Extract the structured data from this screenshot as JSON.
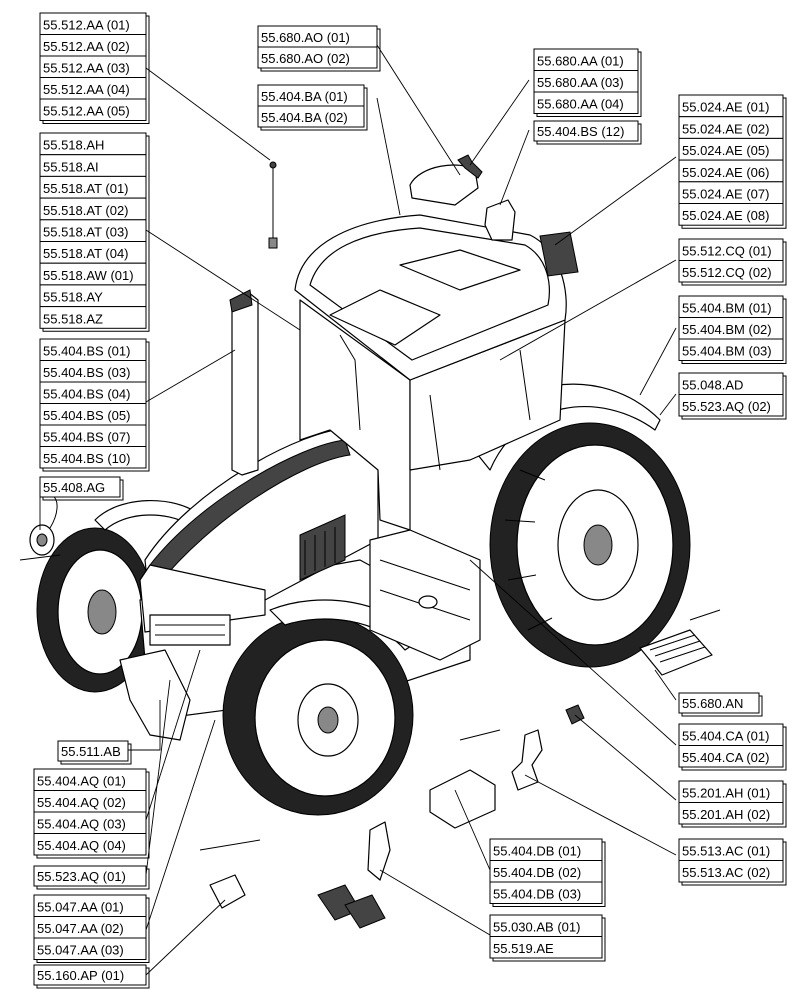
{
  "callouts": [
    {
      "id": "g1",
      "labels": [
        "55.512.AA (01)",
        "55.512.AA (02)",
        "55.512.AA (03)",
        "55.512.AA (04)",
        "55.512.AA (05)"
      ]
    },
    {
      "id": "g2",
      "labels": [
        "55.518.AH",
        "55.518.AI",
        "55.518.AT (01)",
        "55.518.AT (02)",
        "55.518.AT (03)",
        "55.518.AT (04)",
        "55.518.AW (01)",
        "55.518.AY",
        "55.518.AZ"
      ]
    },
    {
      "id": "g3",
      "labels": [
        "55.404.BS (01)",
        "55.404.BS (03)",
        "55.404.BS (04)",
        "55.404.BS (05)",
        "55.404.BS (07)",
        "55.404.BS (10)"
      ]
    },
    {
      "id": "g4",
      "labels": [
        "55.408.AG"
      ]
    },
    {
      "id": "g5",
      "labels": [
        "55.511.AB"
      ]
    },
    {
      "id": "g6",
      "labels": [
        "55.404.AQ (01)",
        "55.404.AQ (02)",
        "55.404.AQ (03)",
        "55.404.AQ (04)"
      ]
    },
    {
      "id": "g7",
      "labels": [
        "55.523.AQ (01)"
      ]
    },
    {
      "id": "g8",
      "labels": [
        "55.047.AA (01)",
        "55.047.AA (02)",
        "55.047.AA (03)"
      ]
    },
    {
      "id": "g9",
      "labels": [
        "55.160.AP (01)"
      ]
    },
    {
      "id": "g10",
      "labels": [
        "55.680.AO (01)",
        "55.680.AO (02)"
      ]
    },
    {
      "id": "g11",
      "labels": [
        "55.404.BA (01)",
        "55.404.BA (02)"
      ]
    },
    {
      "id": "g12",
      "labels": [
        "55.680.AA (01)",
        "55.680.AA (03)",
        "55.680.AA (04)"
      ]
    },
    {
      "id": "g13",
      "labels": [
        "55.404.BS (12)"
      ]
    },
    {
      "id": "g14",
      "labels": [
        "55.024.AE (01)",
        "55.024.AE (02)",
        "55.024.AE (05)",
        "55.024.AE (06)",
        "55.024.AE (07)",
        "55.024.AE (08)"
      ]
    },
    {
      "id": "g15",
      "labels": [
        "55.512.CQ (01)",
        "55.512.CQ (02)"
      ]
    },
    {
      "id": "g16",
      "labels": [
        "55.404.BM (01)",
        "55.404.BM (02)",
        "55.404.BM (03)"
      ]
    },
    {
      "id": "g17",
      "labels": [
        "55.048.AD",
        "55.523.AQ (02)"
      ]
    },
    {
      "id": "g18",
      "labels": [
        "55.680.AN"
      ]
    },
    {
      "id": "g19",
      "labels": [
        "55.404.CA (01)",
        "55.404.CA (02)"
      ]
    },
    {
      "id": "g20",
      "labels": [
        "55.201.AH (01)",
        "55.201.AH (02)"
      ]
    },
    {
      "id": "g21",
      "labels": [
        "55.513.AC (01)",
        "55.513.AC (02)"
      ]
    },
    {
      "id": "g22",
      "labels": [
        "55.404.DB (01)",
        "55.404.DB (02)",
        "55.404.DB (03)"
      ]
    },
    {
      "id": "g23",
      "labels": [
        "55.030.AB (01)",
        "55.519.AE"
      ]
    }
  ]
}
